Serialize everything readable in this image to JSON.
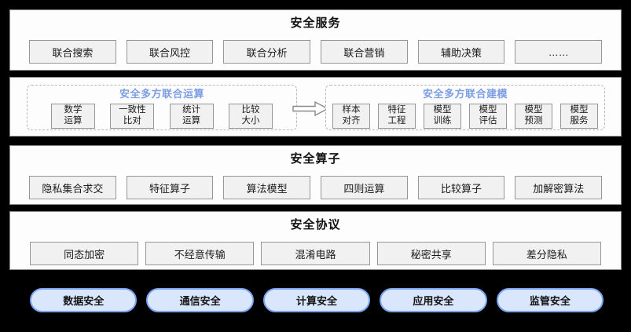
{
  "sections": {
    "services": {
      "title": "安全服务",
      "items": [
        "联合搜索",
        "联合风控",
        "联合分析",
        "联合营销",
        "辅助决策",
        "……"
      ]
    },
    "computation": {
      "left": {
        "title": "安全多方联合运算",
        "items": [
          "数学\n运算",
          "一致性\n比对",
          "统计\n运算",
          "比较\n大小"
        ]
      },
      "right": {
        "title": "安全多方联合建模",
        "items": [
          "样本\n对齐",
          "特征\n工程",
          "模型\n训练",
          "模型\n评估",
          "模型\n预测",
          "模型\n服务"
        ]
      },
      "arrow_icon": "right-arrow"
    },
    "operators": {
      "title": "安全算子",
      "items": [
        "隐私集合求交",
        "特征算子",
        "算法模型",
        "四则运算",
        "比较算子",
        "加解密算法"
      ]
    },
    "protocols": {
      "title": "安全协议",
      "items": [
        "同态加密",
        "不经意传输",
        "混淆电路",
        "秘密共享",
        "差分隐私"
      ]
    },
    "pillars": {
      "items": [
        "数据安全",
        "通信安全",
        "计算安全",
        "应用安全",
        "监管安全"
      ]
    }
  },
  "colors": {
    "background": "#000000",
    "panel_fill": "#fdfdfd",
    "panel_border": "#8a8a8a",
    "box_fill": "#f1f1f1",
    "box_border": "#969696",
    "accent_blue_title": "#7b9de4",
    "pill_fill": "#d9e6fb",
    "pill_border": "#7aa4f0"
  }
}
